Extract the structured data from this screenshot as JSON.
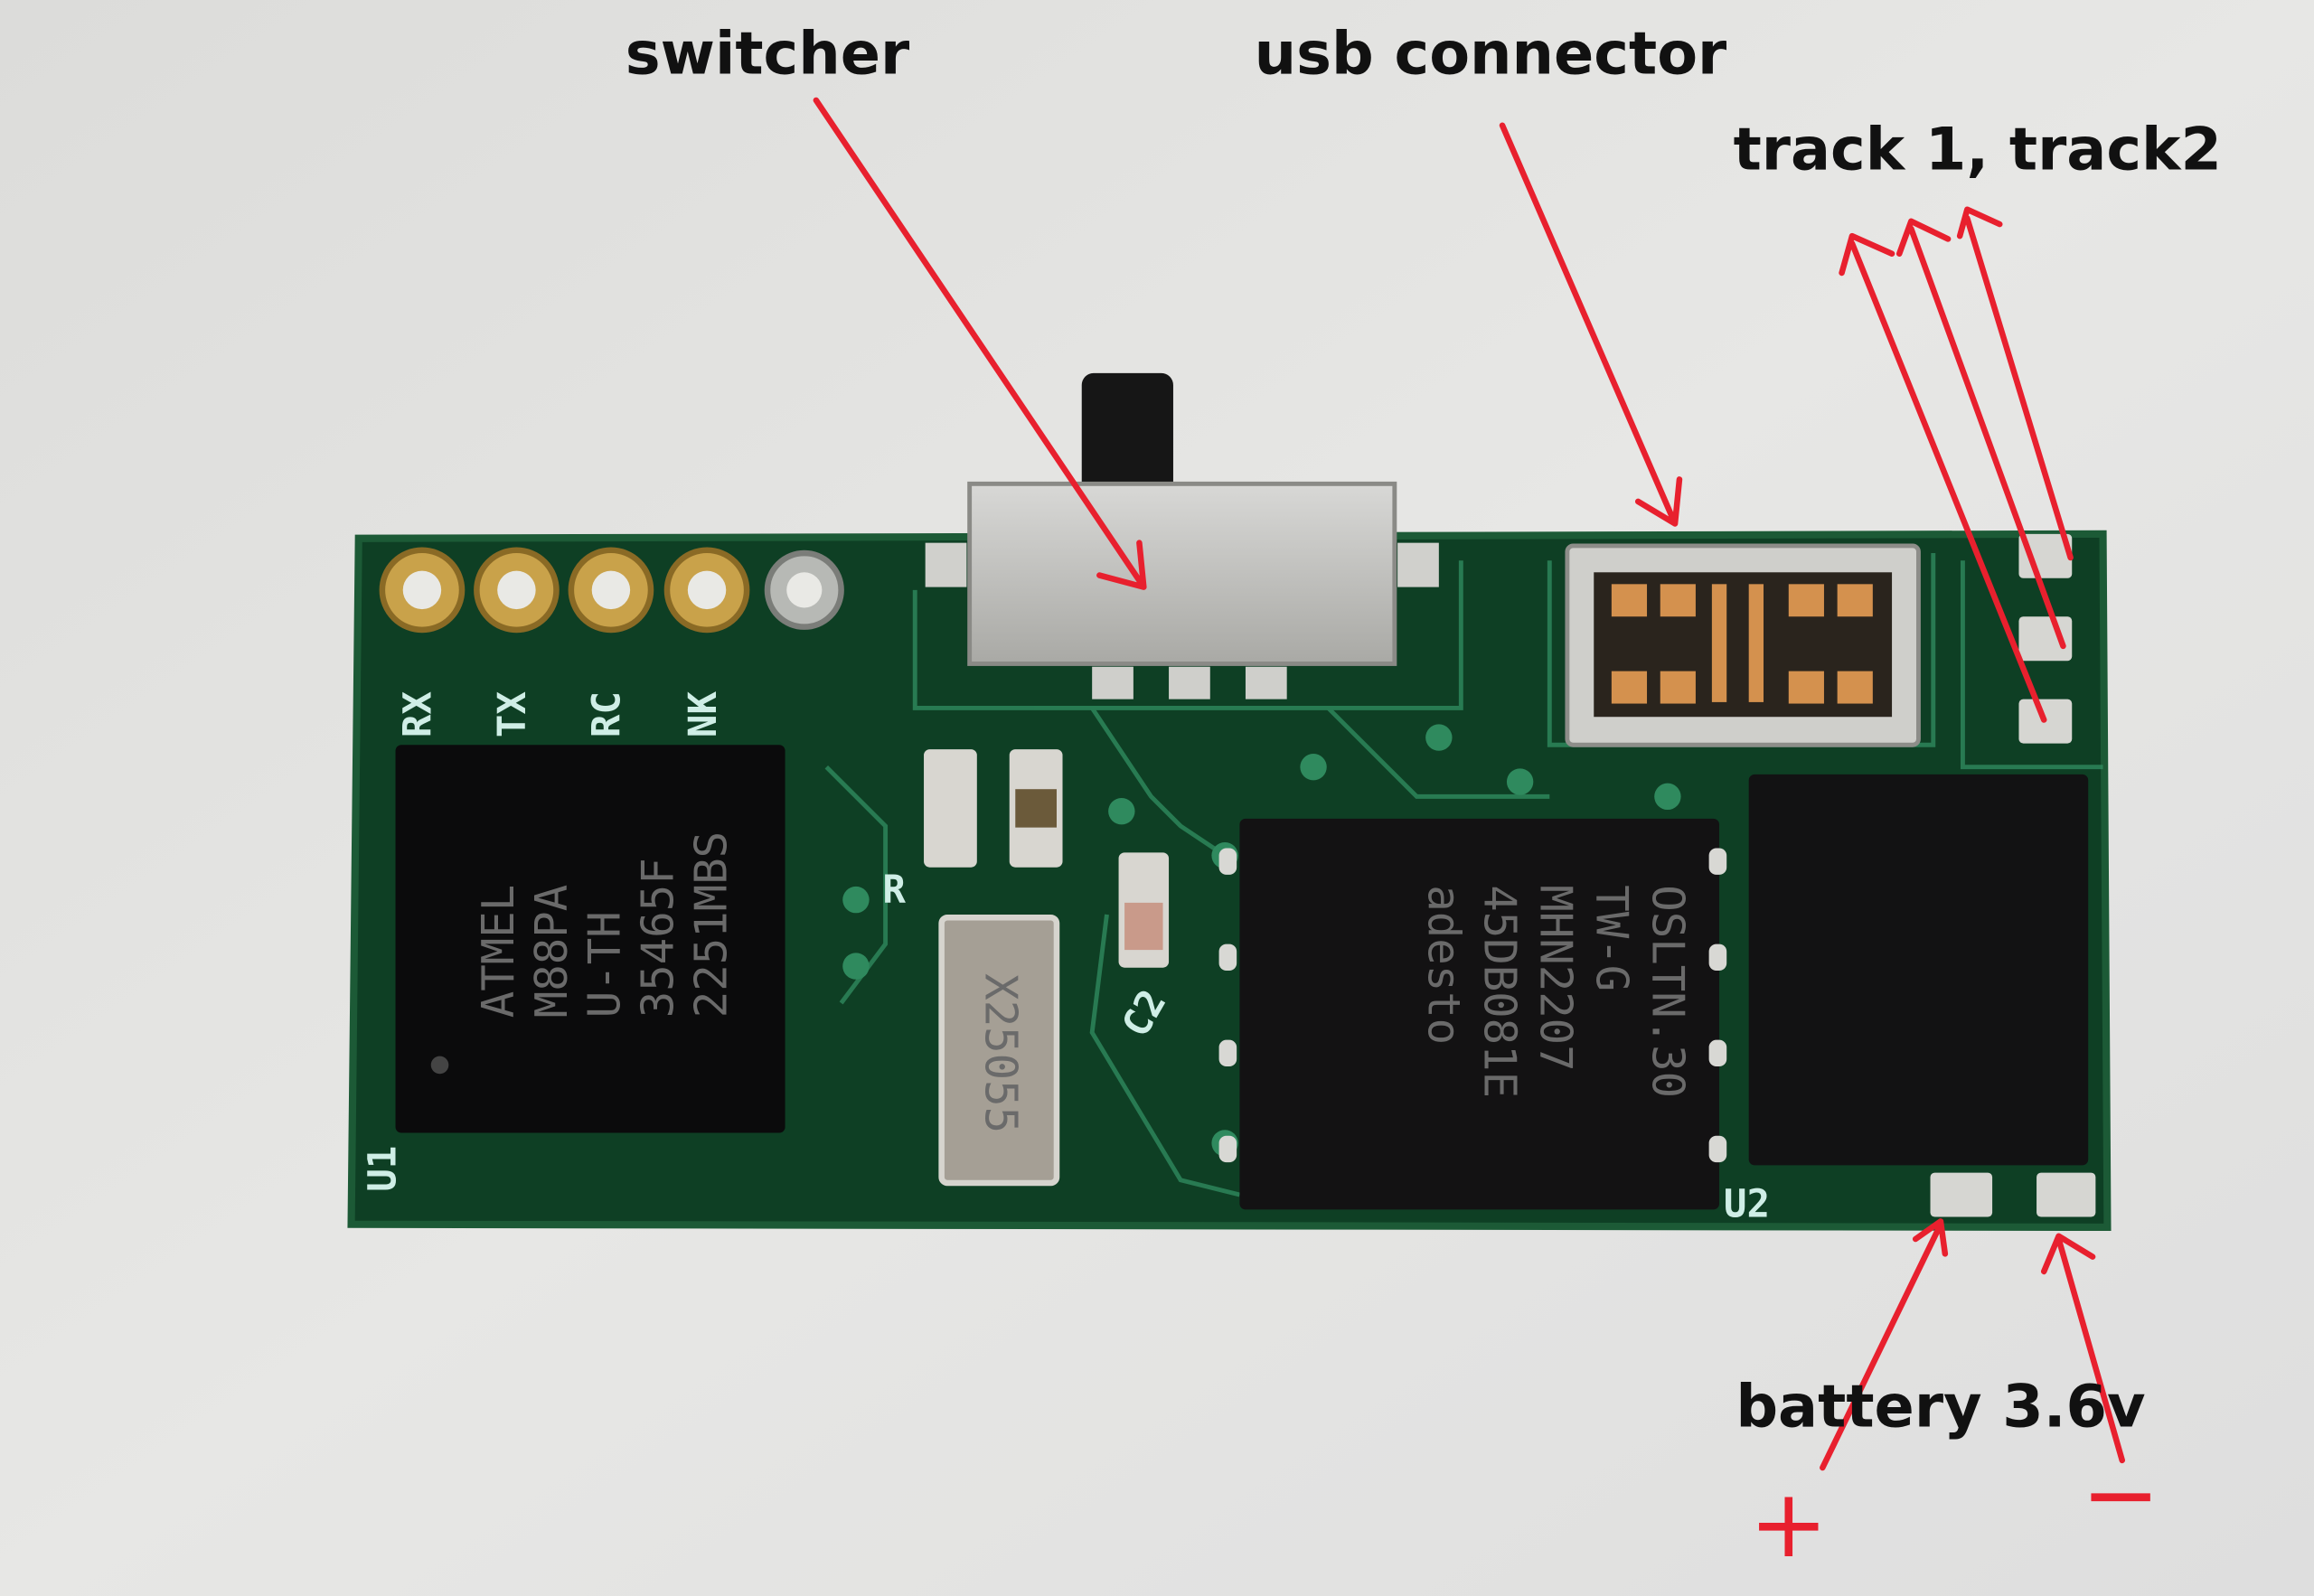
{
  "annotations": {
    "switcher": "switcher",
    "usb": "usb connector",
    "tracks": "track 1, track2",
    "battery": "battery 3.6v",
    "plus": "+",
    "minus": "−"
  },
  "silkscreen": {
    "pin1": "RX",
    "pin2": "TX",
    "pin3": "RC",
    "pin4": "NK",
    "u1": "U1",
    "u2": "U2",
    "c2": "C2",
    "r": "R"
  },
  "mcu_marking": [
    "ATMEL",
    "M88PA",
    "U-TH",
    "35465F",
    "2251MBS"
  ],
  "flash_marking": [
    "adesto",
    "45DB081E",
    "MHN2207",
    "TW-G",
    "OSLTN.30"
  ],
  "crystal_marking": "X25055",
  "colors": {
    "arrow": "#e8202e",
    "pcb": "#0e3f24",
    "background": "#e3e3e1"
  }
}
